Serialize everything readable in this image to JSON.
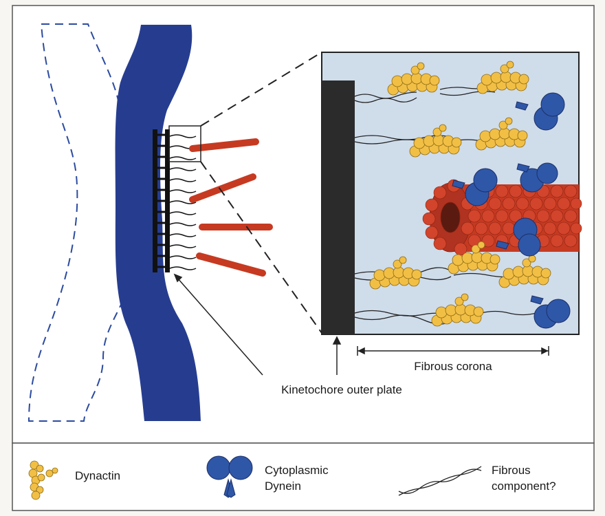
{
  "labels": {
    "fibrous_corona": "Fibrous corona",
    "kinetochore_outer_plate": "Kinetochore outer plate"
  },
  "legend": {
    "dynactin": "Dynactin",
    "cytoplasmic_dynein_line1": "Cytoplasmic",
    "cytoplasmic_dynein_line2": "Dynein",
    "fibrous_component_line1": "Fibrous",
    "fibrous_component_line2": "component?"
  },
  "colors": {
    "chromosome": "#263d8f",
    "microtubule": "#c63a22",
    "dynactin": "#f2bf45",
    "dynein": "#2f57a8",
    "inset_background": "#cfdcea",
    "outer_plate": "#2b2b2b"
  }
}
